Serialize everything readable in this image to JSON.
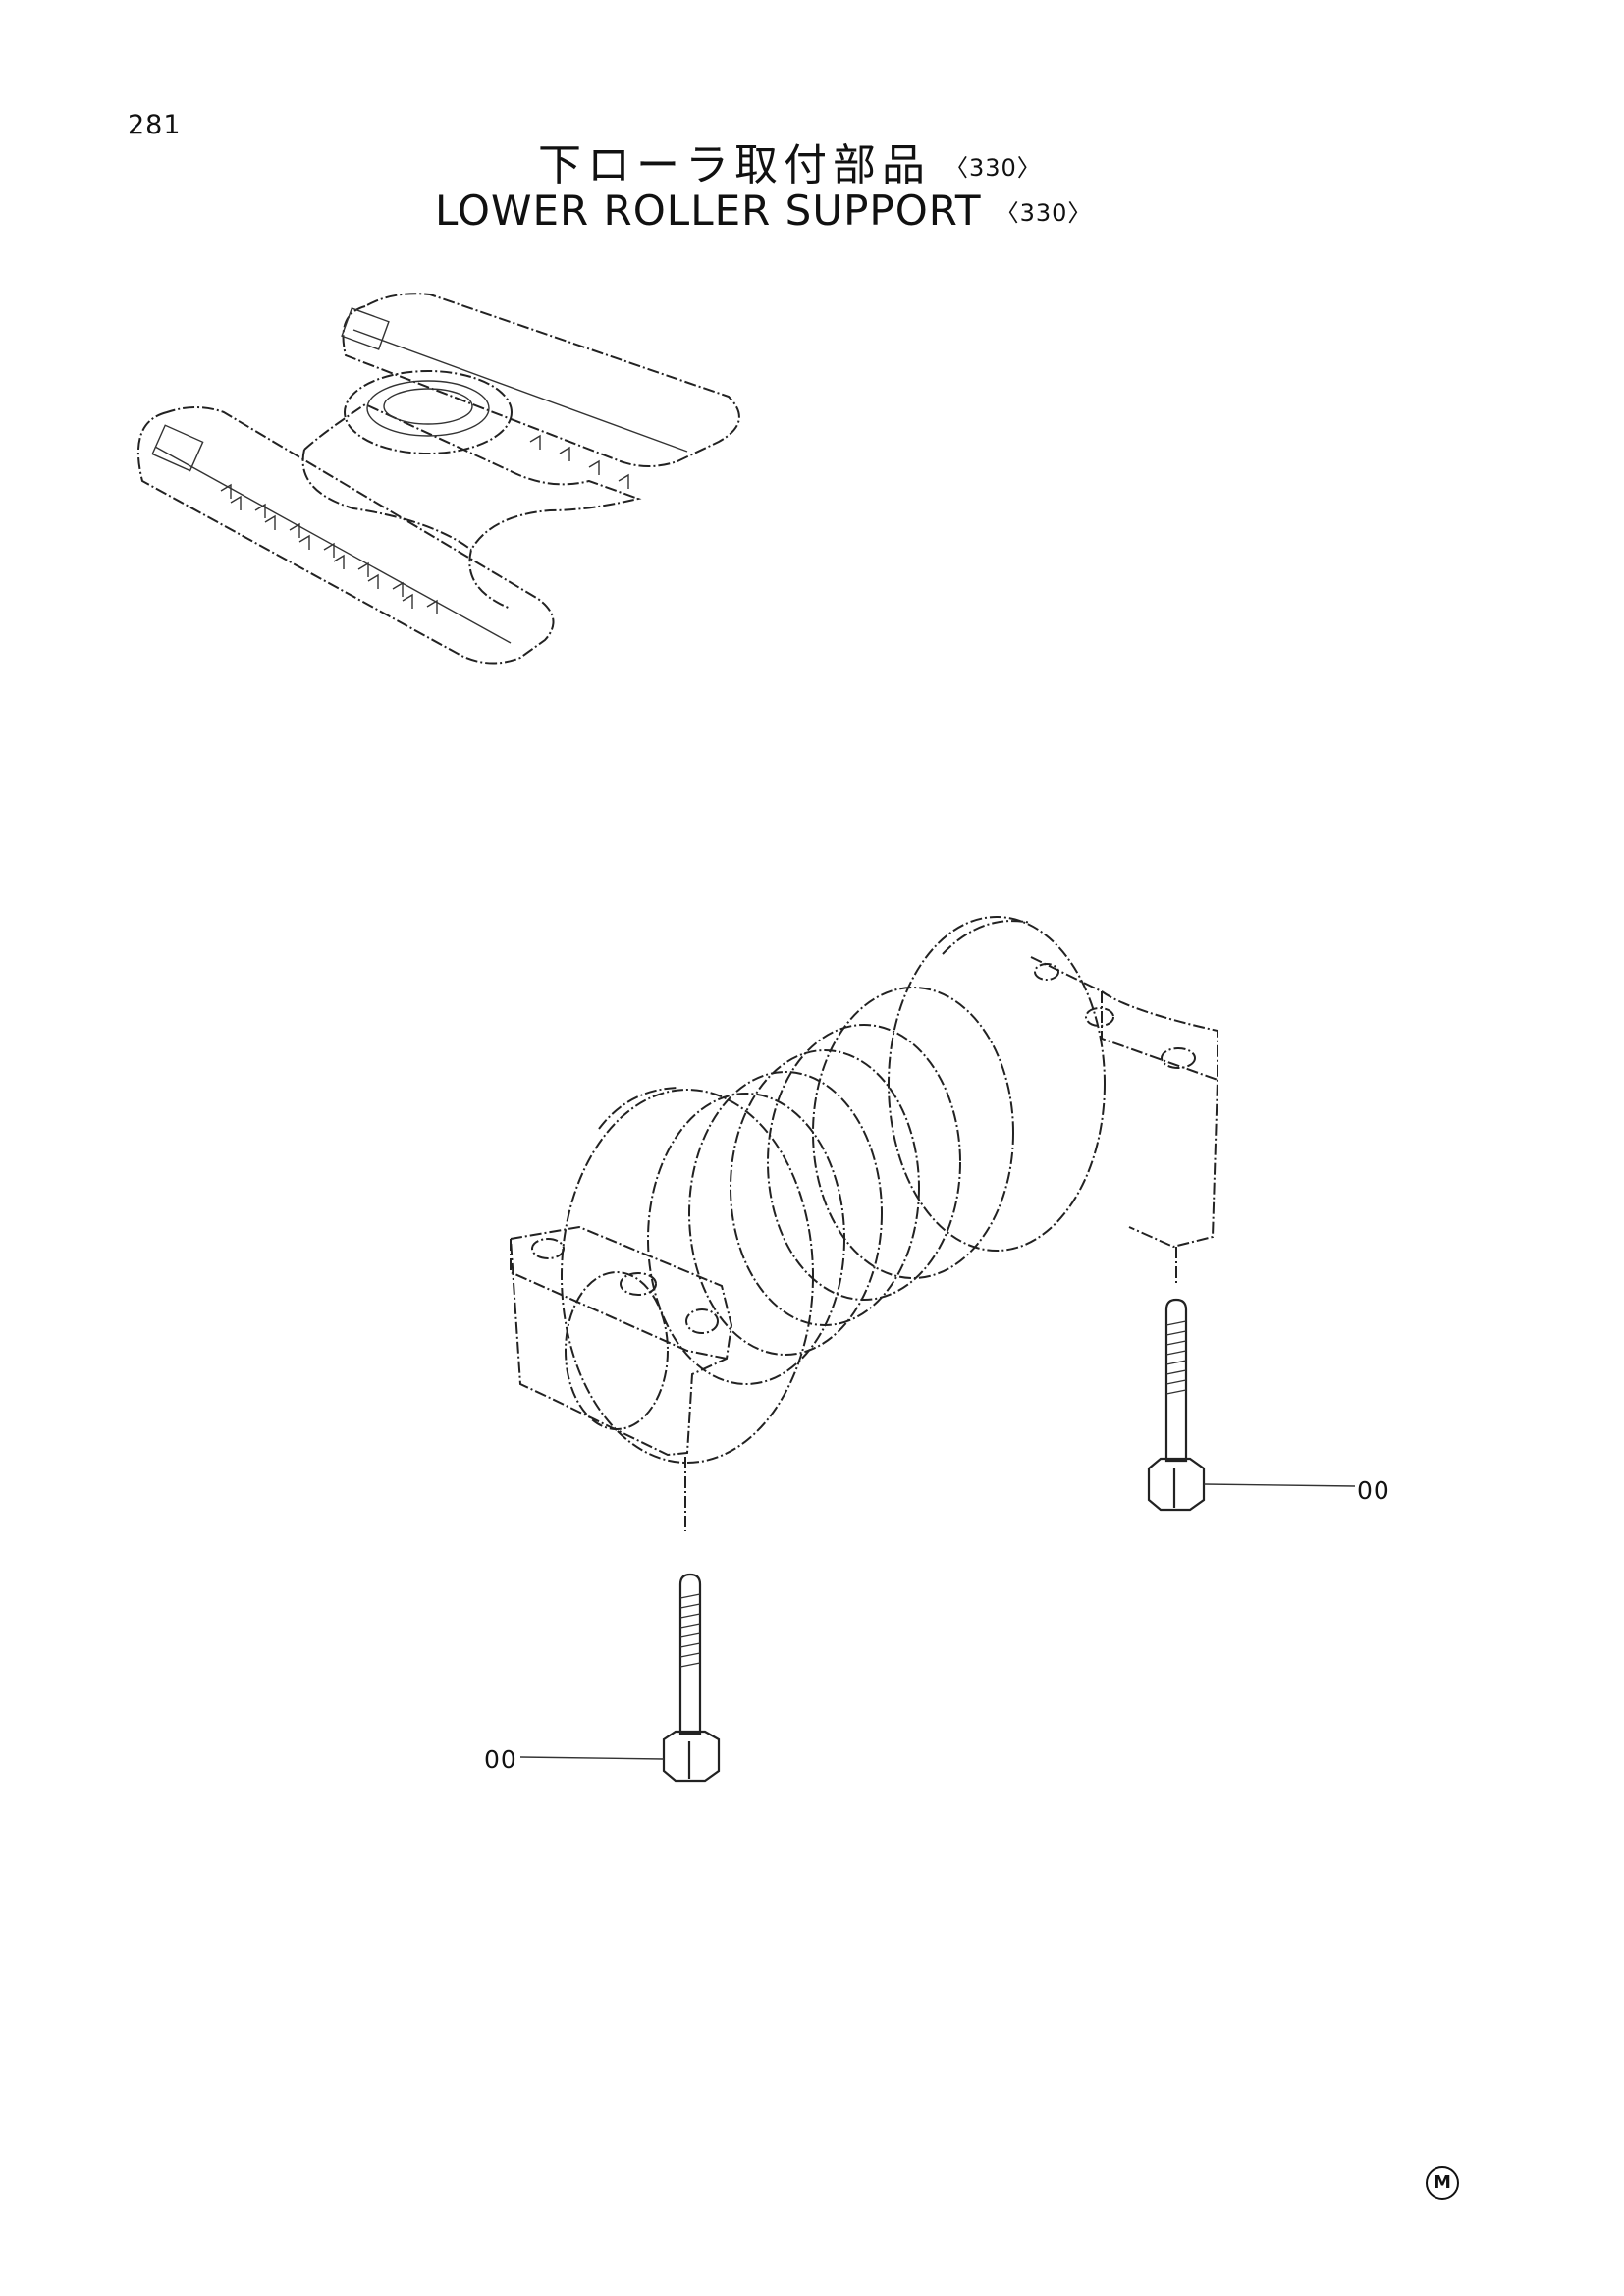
{
  "page": {
    "number": "281",
    "title_jp": "下ローラ取付部品",
    "title_jp_code": "〈330〉",
    "title_en": "LOWER ROLLER SUPPORT",
    "title_en_code": "〈330〉"
  },
  "callouts": [
    {
      "label": "00"
    },
    {
      "label": "00"
    }
  ],
  "footer": {
    "mark": "M"
  }
}
